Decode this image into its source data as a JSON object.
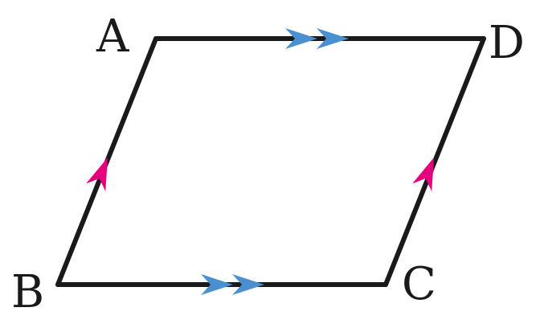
{
  "diagram": {
    "shape": "parallelogram",
    "colors": {
      "edge": "#1a1a1a",
      "horizontal_markers": "#4a90d0",
      "slanted_markers": "#e6007e"
    },
    "vertices": [
      {
        "id": "A",
        "label": "A"
      },
      {
        "id": "B",
        "label": "B"
      },
      {
        "id": "C",
        "label": "C"
      },
      {
        "id": "D",
        "label": "D"
      }
    ],
    "edges": [
      {
        "from": "A",
        "to": "D",
        "marker": "double-arrow",
        "color_key": "horizontal_markers"
      },
      {
        "from": "B",
        "to": "C",
        "marker": "double-arrow",
        "color_key": "horizontal_markers"
      },
      {
        "from": "B",
        "to": "A",
        "marker": "single-arrow",
        "color_key": "slanted_markers"
      },
      {
        "from": "C",
        "to": "D",
        "marker": "single-arrow",
        "color_key": "slanted_markers"
      }
    ]
  }
}
